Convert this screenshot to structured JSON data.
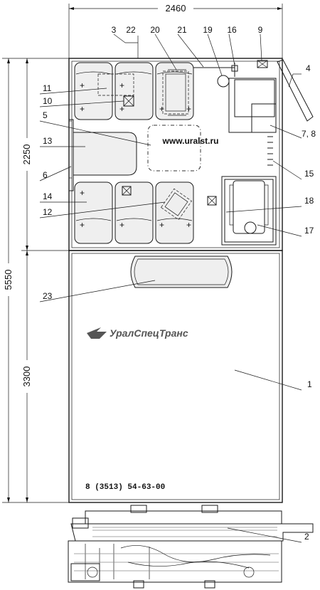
{
  "dimensions": {
    "overall_width": "2460",
    "overall_length": "5550",
    "cabin_length": "2250",
    "body_length": "3300"
  },
  "callouts": {
    "c1": "1",
    "c2": "2",
    "c3": "3",
    "c4": "4",
    "c5": "5",
    "c6": "6",
    "c7_8": "7, 8",
    "c9": "9",
    "c10": "10",
    "c11": "11",
    "c12": "12",
    "c13": "13",
    "c14": "14",
    "c15": "15",
    "c16": "16",
    "c17": "17",
    "c18": "18",
    "c19": "19",
    "c20": "20",
    "c21": "21",
    "c22": "22",
    "c23": "23"
  },
  "website": "www.uralst.ru",
  "brand": "УралСпецТранс",
  "phone": "8 (3513) 54-63-00"
}
